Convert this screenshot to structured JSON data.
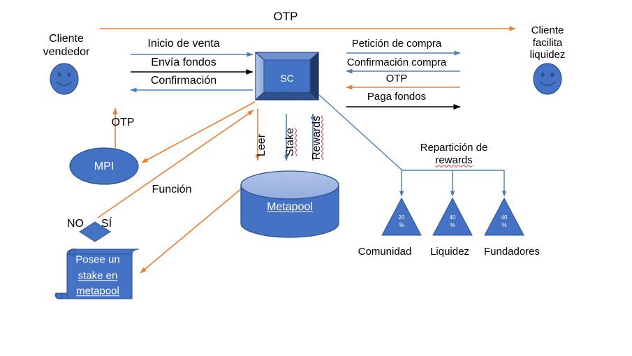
{
  "diagram": {
    "title_text": "OTP",
    "colors": {
      "blue_fill": "#4472C4",
      "blue_dark": "#2F528F",
      "blue_light": "#8FAADC",
      "blue_arrow": "#4A7EBB",
      "orange_arrow": "#ED7D31",
      "black_arrow": "#000000",
      "text": "#000000",
      "shape_text": "#FFFFFF",
      "spellcheck": "#FF2D2D",
      "background": "#FFFFFF"
    },
    "actors": {
      "seller": {
        "line1": "Cliente",
        "line2": "vendedor",
        "face": "smiley-face"
      },
      "buyer": {
        "line1": "Cliente",
        "line2": "facilita",
        "line3": "liquidez",
        "face": "smiley-face"
      }
    },
    "nodes": {
      "sc": {
        "label": "SC",
        "shape": "beveled-frame-box"
      },
      "mpi": {
        "label": "MPI",
        "shape": "ellipse"
      },
      "metapool": {
        "label": "Metapool",
        "shape": "cylinder"
      },
      "decision": {
        "label": "",
        "shape": "diamond",
        "no_label": "NO",
        "yes_label": "SÍ"
      },
      "document": {
        "line1": "Posee un",
        "line2": "stake en",
        "line3": "metapool",
        "shape": "scroll-document"
      }
    },
    "top_flow": {
      "label": "OTP",
      "color": "#ED7D31",
      "direction": "right"
    },
    "left_flows": [
      {
        "label": "Inicio de venta",
        "color": "#4A7EBB",
        "direction": "right"
      },
      {
        "label": "Envía fondos",
        "color": "#000000",
        "direction": "right"
      },
      {
        "label": "Confirmación",
        "color": "#4A7EBB",
        "direction": "left"
      }
    ],
    "right_flows": [
      {
        "label": "Petición de compra",
        "color": "#4A7EBB",
        "direction": "right"
      },
      {
        "label": "Confirmación compra",
        "color": "#4A7EBB",
        "direction": "left"
      },
      {
        "label": "OTP",
        "color": "#ED7D31",
        "direction": "left"
      },
      {
        "label": "Paga fondos",
        "color": "#000000",
        "direction": "right"
      }
    ],
    "vertical_flows": [
      {
        "label": "Leer",
        "color": "#ED7D31",
        "direction": "down",
        "spellcheck": false
      },
      {
        "label": "Stake",
        "color": "#4A7EBB",
        "direction": "down",
        "spellcheck": true
      },
      {
        "label": "Rewards",
        "color": "#4A7EBB",
        "direction": "up",
        "spellcheck": true
      }
    ],
    "otp_mpi_flow": {
      "label": "OTP",
      "color": "#ED7D31",
      "direction": "up"
    },
    "funcion_flow": {
      "label": "Función",
      "color": "#ED7D31"
    },
    "rewards_split": {
      "title_line1": "Repartición de",
      "title_line2": "rewards",
      "branches": [
        {
          "percent": "20",
          "unit": "%",
          "label": "Comunidad"
        },
        {
          "percent": "40",
          "unit": "%",
          "label": "Liquidez"
        },
        {
          "percent": "40",
          "unit": "%",
          "label": "Fundadores"
        }
      ]
    }
  }
}
